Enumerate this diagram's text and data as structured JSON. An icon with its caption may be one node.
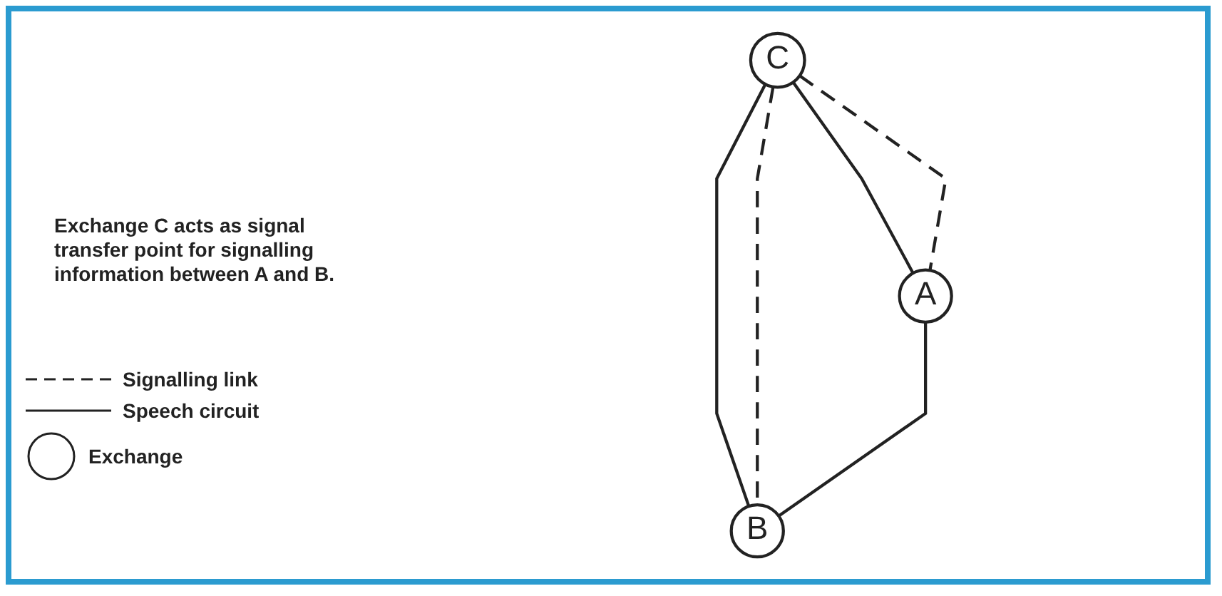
{
  "diagram": {
    "nodes": [
      {
        "text": [
          "A"
        ]
      },
      {
        "text": [
          "B"
        ]
      },
      {
        "text": [
          "C"
        ]
      }
    ],
    "edges": [
      {
        "from": 2,
        "to": 0,
        "arrow": "none"
      },
      {
        "from": 2,
        "to": 0,
        "arrow": "none",
        "style": "dashed"
      },
      {
        "from": 2,
        "to": 1,
        "arrow": "none"
      },
      {
        "from": 2,
        "to": 1,
        "arrow": "none",
        "style": "dashed"
      },
      {
        "from": 0,
        "to": 1,
        "arrow": "none"
      }
    ],
    "labels": [
      "Exchange C acts as signal transfer point for signalling information between A and B."
    ],
    "legend": [
      {
        "text": "Signalling link"
      },
      {
        "text": "Speech circuit"
      },
      {
        "text": "Exchange"
      }
    ]
  }
}
